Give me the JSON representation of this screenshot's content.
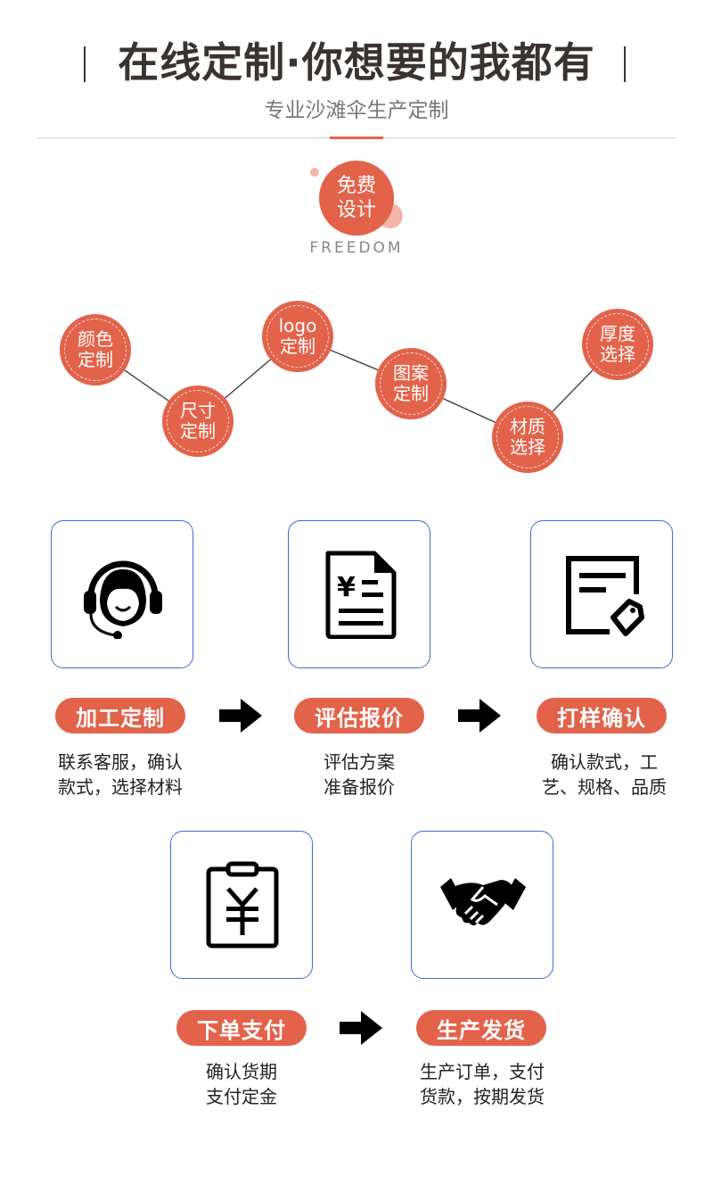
{
  "header": {
    "title": "在线定制·你想要的我都有",
    "subtitle": "专业沙滩伞生产定制"
  },
  "badge": {
    "line1": "免费",
    "line2": "设计",
    "subtitle": "FREEDOM"
  },
  "network": [
    {
      "line1": "颜色",
      "line2": "定制"
    },
    {
      "line1": "尺寸",
      "line2": "定制"
    },
    {
      "line1": "logo",
      "line2": "定制"
    },
    {
      "line1": "图案",
      "line2": "定制"
    },
    {
      "line1": "材质",
      "line2": "选择"
    },
    {
      "line1": "厚度",
      "line2": "选择"
    }
  ],
  "steps": [
    {
      "icon": "customer-service-headset-icon",
      "label": "加工定制",
      "desc1": "联系客服，确认",
      "desc2": "款式，选择材料"
    },
    {
      "icon": "price-document-icon",
      "label": "评估报价",
      "desc1": "评估方案",
      "desc2": "准备报价"
    },
    {
      "icon": "edit-tag-icon",
      "label": "打样确认",
      "desc1": "确认款式，工",
      "desc2": "艺、规格、品质"
    },
    {
      "icon": "payment-clipboard-icon",
      "label": "下单支付",
      "desc1": "确认货期",
      "desc2": "支付定金"
    },
    {
      "icon": "handshake-icon",
      "label": "生产发货",
      "desc1": "生产订单，支付",
      "desc2": "货款，按期发货"
    }
  ],
  "colors": {
    "accent": "#e2634a",
    "box_border": "#3b6ed8",
    "title": "#3a3330"
  }
}
